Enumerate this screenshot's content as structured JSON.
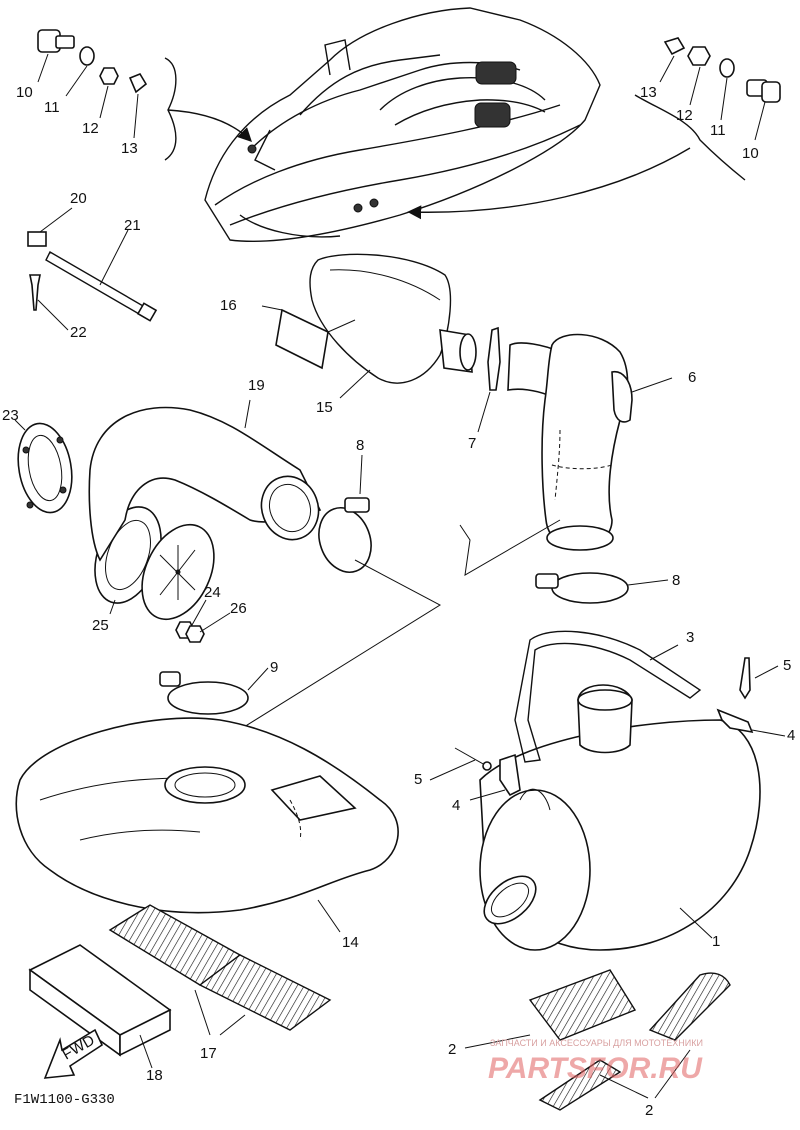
{
  "diagram": {
    "code": "F1W1100-G330",
    "fwd_label": "FWD",
    "watermark_top": "ЗАПЧАСТИ И АКСЕССУАРЫ ДЛЯ МОТОТЕХНИКИ",
    "watermark_brand": "PARTSFOR.RU",
    "callouts": {
      "c1": "1",
      "c2a": "2",
      "c2b": "2",
      "c3": "3",
      "c4a": "4",
      "c4b": "4",
      "c5a": "5",
      "c5b": "5",
      "c6": "6",
      "c7": "7",
      "c8a": "8",
      "c8b": "8",
      "c9": "9",
      "c10a": "10",
      "c10b": "10",
      "c11a": "11",
      "c11b": "11",
      "c12a": "12",
      "c12b": "12",
      "c13a": "13",
      "c13b": "13",
      "c14": "14",
      "c15": "15",
      "c16": "16",
      "c17": "17",
      "c18": "18",
      "c19": "19",
      "c20": "20",
      "c21": "21",
      "c22": "22",
      "c23": "23",
      "c24": "24",
      "c25": "25",
      "c26": "26"
    }
  }
}
